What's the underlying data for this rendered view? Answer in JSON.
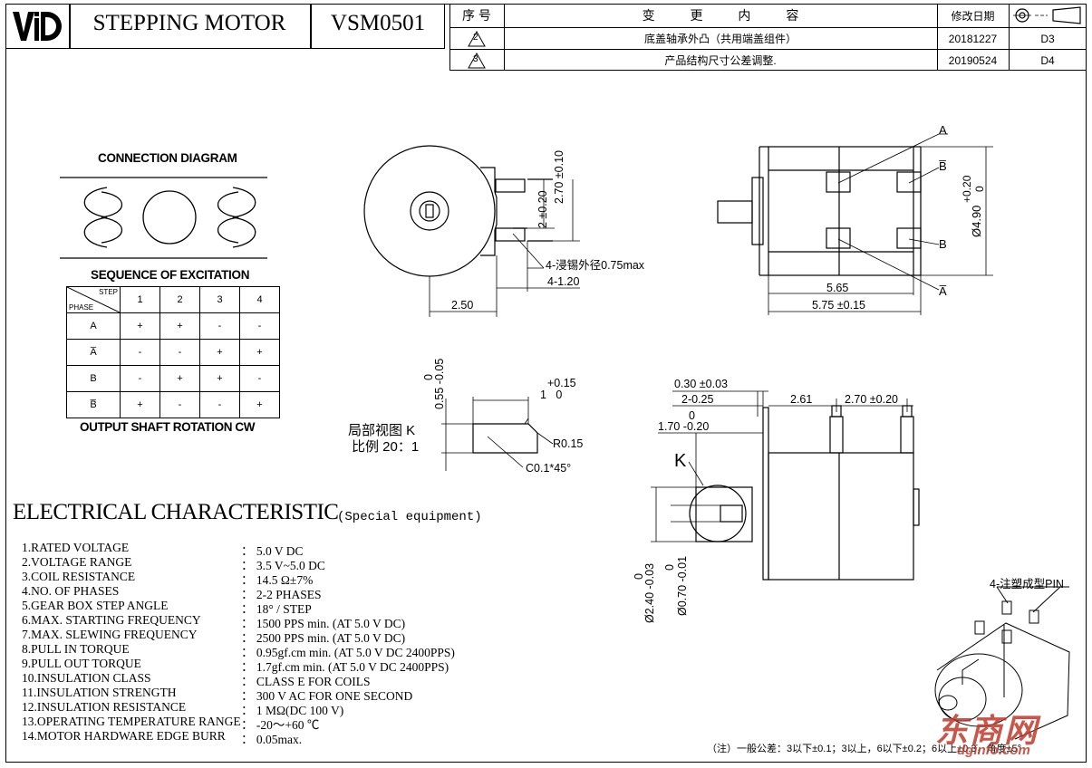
{
  "title_block": {
    "logo_text": "VID",
    "product": "STEPPING MOTOR",
    "model": "VSM0501"
  },
  "revision_table": {
    "headers": {
      "no": "序  号",
      "content": "变          更          内          容",
      "date": "修改日期"
    },
    "rows": [
      {
        "no": "2",
        "content": "底盖轴承外凸（共用端盖组件）",
        "date": "20181227",
        "rev": "D3"
      },
      {
        "no": "3",
        "content": "产品结构尺寸公差调整.",
        "date": "20190524",
        "rev": "D4"
      }
    ]
  },
  "connection_diagram": {
    "title": "CONNECTION DIAGRAM",
    "sequence_title": "SEQUENCE OF EXCITATION",
    "step_label": "STEP",
    "phase_label": "PHASE",
    "steps": [
      "1",
      "2",
      "3",
      "4"
    ],
    "phases": [
      {
        "name": "A",
        "values": [
          "+",
          "+",
          "-",
          "-"
        ]
      },
      {
        "name": "A̅",
        "values": [
          "-",
          "-",
          "+",
          "+"
        ]
      },
      {
        "name": "B",
        "values": [
          "-",
          "+",
          "+",
          "-"
        ]
      },
      {
        "name": "B̅",
        "values": [
          "+",
          "-",
          "-",
          "+"
        ]
      }
    ],
    "rotation": "OUTPUT SHAFT ROTATION CW"
  },
  "dimensions": {
    "front": {
      "d1": "2.70 ±0.10",
      "d2": "2 ±0.20",
      "d3": "2.50",
      "d4": "4-1.20",
      "note": "4-浸锡外径0.75max"
    },
    "side": {
      "d1": "5.65",
      "d2": "5.75 ±0.15",
      "dia_tol_top": "+0.20",
      "dia_tol_bot": "0",
      "dia": "Ø4.90",
      "markers": [
        "A",
        "B̅",
        "B",
        "A̅"
      ]
    },
    "detail": {
      "title": "局部视图 K",
      "scale": "比例 20：1",
      "d1_tol": "0",
      "d1": "0.55 -0.05",
      "d2_tol": "+0.15",
      "d2": "1   0",
      "radius": "R0.15",
      "chamfer": "C0.1*45°"
    },
    "bottom": {
      "d1": "0.30 ±0.03",
      "d2": "2-0.25",
      "d3": "2.61",
      "d4": "2.70 ±0.20",
      "d5_tol": "0",
      "d5": "1.70 -0.20",
      "k_label": "K",
      "dia1_tol": "0",
      "dia1": "Ø2.40 -0.03",
      "dia2_tol": "0",
      "dia2": "Ø0.70 -0.01",
      "pin_note": "4-注塑成型PIN"
    }
  },
  "electrical": {
    "title": "ELECTRICAL CHARACTERISTIC",
    "subtitle": "(Special equipment)",
    "rows": [
      {
        "label": "1.RATED VOLTAGE",
        "value": "： 5.0 V DC"
      },
      {
        "label": "2.VOLTAGE RANGE",
        "value": "： 3.5 V~5.0 DC"
      },
      {
        "label": "3.COIL RESISTANCE",
        "value": "： 14.5 Ω±7%"
      },
      {
        "label": "4.NO. OF PHASES",
        "value": "： 2-2 PHASES"
      },
      {
        "label": "5.GEAR BOX STEP ANGLE",
        "value": "： 18° / STEP"
      },
      {
        "label": "6.MAX. STARTING FREQUENCY",
        "value": "： 1500 PPS min.  (AT 5.0 V DC)"
      },
      {
        "label": "7.MAX. SLEWING FREQUENCY",
        "value": "： 2500 PPS min.  (AT 5.0 V DC)"
      },
      {
        "label": "8.PULL IN TORQUE",
        "value": "： 0.95gf.cm min.  (AT 5.0 V DC  2400PPS)"
      },
      {
        "label": "9.PULL OUT TORQUE",
        "value": "： 1.7gf.cm min.  (AT 5.0 V DC  2400PPS)"
      },
      {
        "label": "10.INSULATION CLASS",
        "value": "： CLASS E FOR COILS"
      },
      {
        "label": "11.INSULATION STRENGTH",
        "value": "： 300 V AC FOR ONE SECOND"
      },
      {
        "label": "12.INSULATION RESISTANCE",
        "value": "： 1 MΩ(DC 100 V)"
      },
      {
        "label": "13.OPERATING TEMPERATURE RANGE",
        "value": "： -20～+60 ℃"
      },
      {
        "label": "14.MOTOR HARDWARE EDGE BURR",
        "value": "： 0.05max."
      }
    ]
  },
  "footer": {
    "note": "（注）一般公差：3以下±0.1；3以上，6以下±0.2；6以上±0.3，角度±5°",
    "watermark": "东商网",
    "watermark_url": "dginfo.com"
  }
}
